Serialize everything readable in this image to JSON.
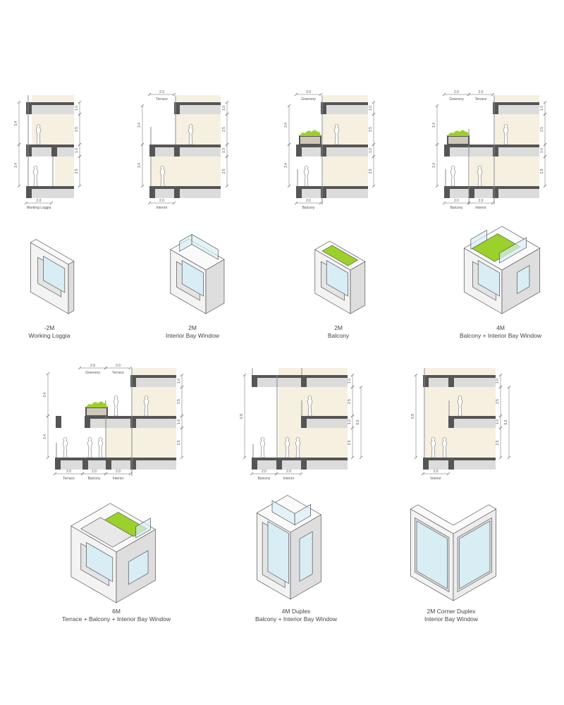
{
  "colors": {
    "slab": "#555555",
    "band": "#dcdcdc",
    "interior": "#f6f0e1",
    "greenery": "#9bd12a",
    "glass": "#d8eef4"
  },
  "sections": [
    {
      "dims_left": [
        "3.4",
        "3.4"
      ],
      "dims_right": [
        "1.0",
        "2.5",
        "1.0",
        "2.5"
      ],
      "top": [],
      "bottom": [
        {
          "dim": "2.0",
          "label": "Working Loggia"
        }
      ]
    },
    {
      "dims_left": [
        "3.4",
        "3.4"
      ],
      "dims_right": [
        "1.0",
        "2.5",
        "1.0",
        "2.5"
      ],
      "top": [
        {
          "dim": "2.0",
          "label": "Terrace"
        }
      ],
      "bottom": [
        {
          "dim": "2.0",
          "label": "Interior"
        }
      ]
    },
    {
      "dims_left": [
        "3.4",
        "3.4"
      ],
      "dims_right": [
        "1.0",
        "2.5",
        "1.0",
        "2.5"
      ],
      "top": [
        {
          "dim": "2.0",
          "label": "Greenery"
        }
      ],
      "bottom": [
        {
          "dim": "2.0",
          "label": "Balcony"
        }
      ]
    },
    {
      "dims_left": [
        "3.4",
        "3.4"
      ],
      "dims_right": [
        "1.0",
        "2.5",
        "1.0",
        "2.5"
      ],
      "top": [
        {
          "dim": "2.0",
          "label": "Greenery"
        },
        {
          "dim": "2.0",
          "label": "Terrace"
        }
      ],
      "bottom": [
        {
          "dim": "2.0",
          "label": "Balcony"
        },
        {
          "dim": "2.0",
          "label": "Interior"
        }
      ]
    },
    {
      "dims_left": [
        "3.4",
        "3.4"
      ],
      "dims_right": [
        "1.0",
        "2.5",
        "1.0",
        "2.5"
      ],
      "top": [
        {
          "dim": "2.0",
          "label": "Greenery"
        },
        {
          "dim": "2.0",
          "label": "Terrace"
        }
      ],
      "bottom": [
        {
          "dim": "2.0",
          "label": "Terrace"
        },
        {
          "dim": "2.0",
          "label": "Balcony"
        },
        {
          "dim": "2.0",
          "label": "Interior"
        }
      ]
    },
    {
      "dims_left": [
        "6.8"
      ],
      "dims_right": [
        "1.0",
        "2.5",
        "1.0",
        "2.5"
      ],
      "dims_outer": [
        "6.0"
      ],
      "top": [],
      "bottom": [
        {
          "dim": "2.0",
          "label": "Balcony"
        },
        {
          "dim": "2.0",
          "label": "Interior"
        }
      ]
    },
    {
      "dims_left": [
        "6.8"
      ],
      "dims_right": [
        "1.0",
        "2.5",
        "1.0",
        "2.5"
      ],
      "dims_outer": [
        "6.0"
      ],
      "top": [],
      "bottom": [
        {
          "dim": "2.0",
          "label": "Interior"
        }
      ]
    }
  ],
  "captions": [
    {
      "title": "-2M",
      "subtitle": "Working Loggia"
    },
    {
      "title": "2M",
      "subtitle": "Interior Bay Window"
    },
    {
      "title": "2M",
      "subtitle": "Balcony"
    },
    {
      "title": "4M",
      "subtitle": "Balcony + Interior Bay Window"
    },
    {
      "title": "6M",
      "subtitle": "Terrace + Balcony + Interior Bay Window"
    },
    {
      "title": "4M Duplex",
      "subtitle": "Balcony + Interior Bay Window"
    },
    {
      "title": "2M Corner Duplex",
      "subtitle": "Interior Bay Window"
    }
  ]
}
